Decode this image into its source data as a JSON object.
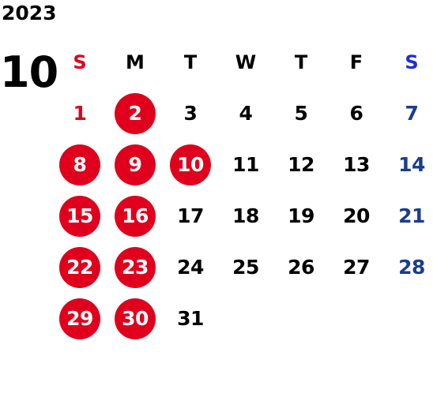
{
  "calendar": {
    "year": "2023",
    "month": "10",
    "weekday_headers": [
      "S",
      "M",
      "T",
      "W",
      "T",
      "F",
      "S"
    ],
    "weeks": [
      [
        {
          "day": "1",
          "holiday": false
        },
        {
          "day": "2",
          "holiday": true
        },
        {
          "day": "3",
          "holiday": false
        },
        {
          "day": "4",
          "holiday": false
        },
        {
          "day": "5",
          "holiday": false
        },
        {
          "day": "6",
          "holiday": false
        },
        {
          "day": "7",
          "holiday": false
        }
      ],
      [
        {
          "day": "8",
          "holiday": true
        },
        {
          "day": "9",
          "holiday": true
        },
        {
          "day": "10",
          "holiday": true
        },
        {
          "day": "11",
          "holiday": false
        },
        {
          "day": "12",
          "holiday": false
        },
        {
          "day": "13",
          "holiday": false
        },
        {
          "day": "14",
          "holiday": false
        }
      ],
      [
        {
          "day": "15",
          "holiday": true
        },
        {
          "day": "16",
          "holiday": true
        },
        {
          "day": "17",
          "holiday": false
        },
        {
          "day": "18",
          "holiday": false
        },
        {
          "day": "19",
          "holiday": false
        },
        {
          "day": "20",
          "holiday": false
        },
        {
          "day": "21",
          "holiday": false
        }
      ],
      [
        {
          "day": "22",
          "holiday": true
        },
        {
          "day": "23",
          "holiday": true
        },
        {
          "day": "24",
          "holiday": false
        },
        {
          "day": "25",
          "holiday": false
        },
        {
          "day": "26",
          "holiday": false
        },
        {
          "day": "27",
          "holiday": false
        },
        {
          "day": "28",
          "holiday": false
        }
      ],
      [
        {
          "day": "29",
          "holiday": true
        },
        {
          "day": "30",
          "holiday": true
        },
        {
          "day": "31",
          "holiday": false
        }
      ]
    ]
  },
  "colors": {
    "holiday_circle": "#e0001d",
    "sunday_text": "#e0001d",
    "saturday_text": "#1a3d8f",
    "saturday_header": "#1a2fd6",
    "default_text": "#000000"
  }
}
